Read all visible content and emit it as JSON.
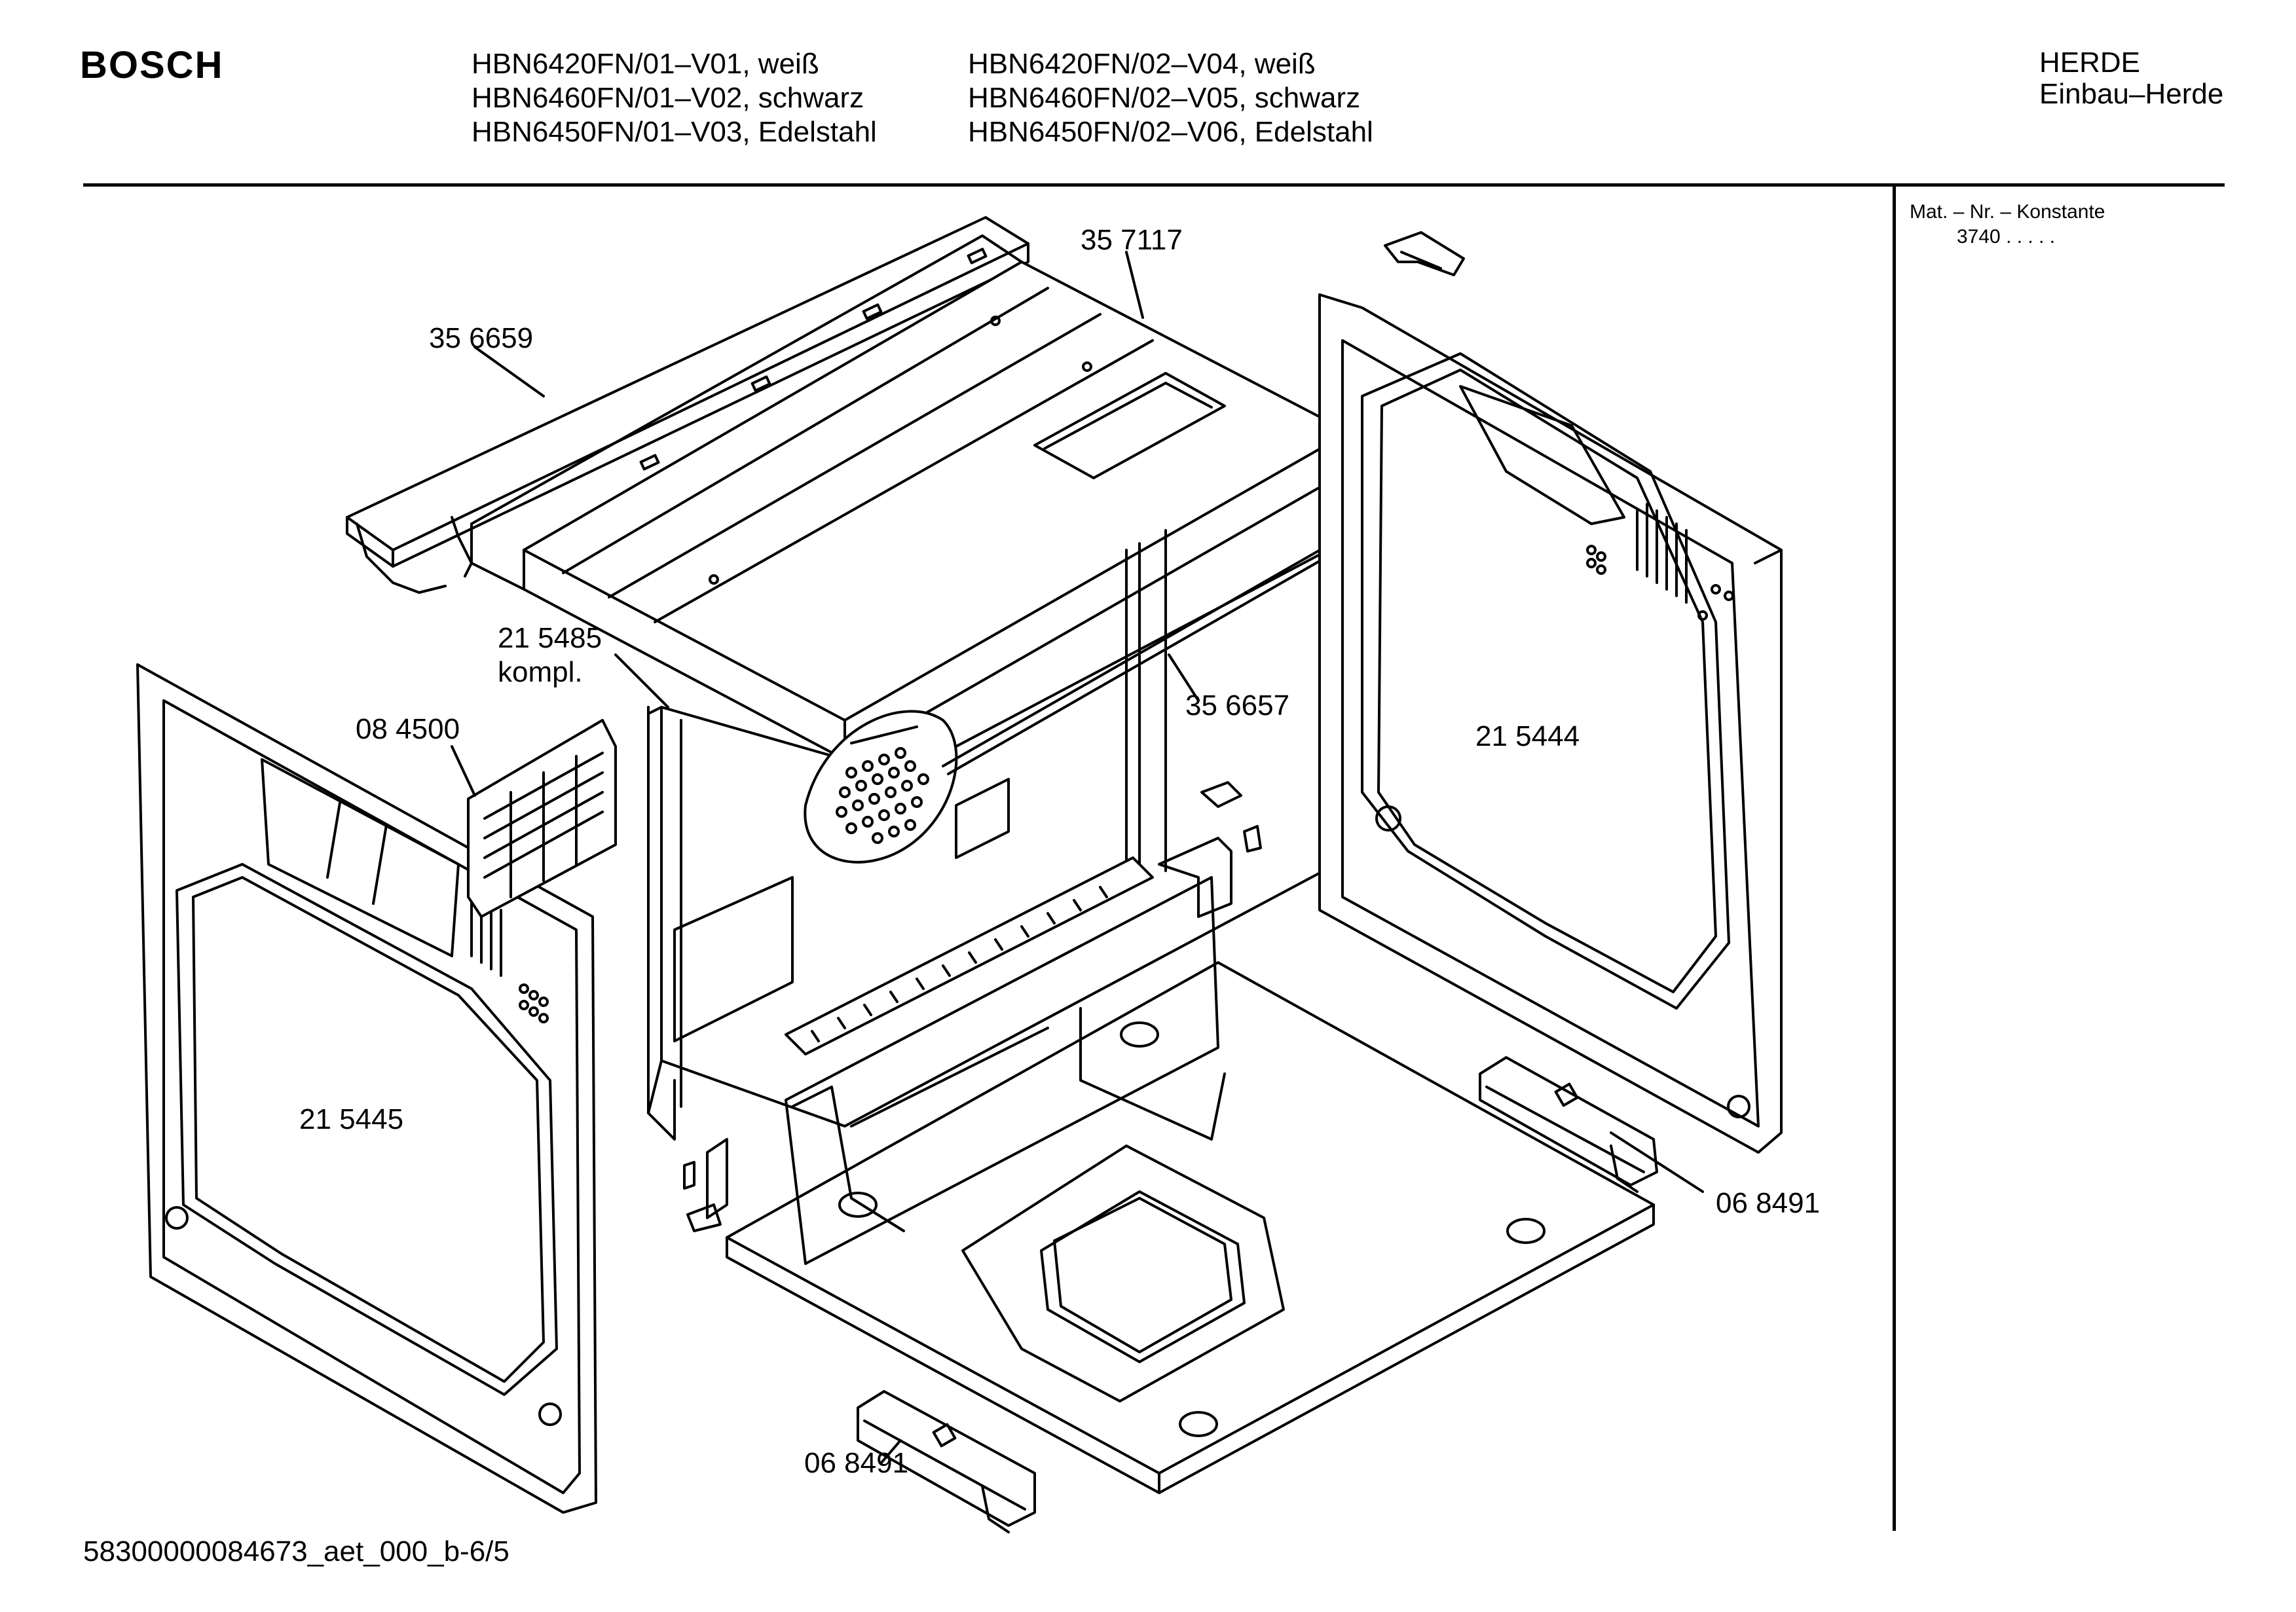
{
  "brand": "BOSCH",
  "models": {
    "column1": [
      "HBN6420FN/01–V01, weiß",
      "HBN6460FN/01–V02, schwarz",
      "HBN6450FN/01–V03, Edelstahl"
    ],
    "column2": [
      "HBN6420FN/02–V04, weiß",
      "HBN6460FN/02–V05, schwarz",
      "HBN6450FN/02–V06, Edelstahl"
    ]
  },
  "category": {
    "line1": "HERDE",
    "line2": "Einbau–Herde"
  },
  "material": {
    "header": "Mat. – Nr. – Konstante",
    "value": "3740 .   .   .   .   ."
  },
  "parts": {
    "p357117": "35  7117",
    "p356659": "35 6659",
    "p215485": "21 5485",
    "p215485_note": "kompl.",
    "p084500": "08 4500",
    "p356657": "35 6657",
    "p215444": "21 5444",
    "p215445": "21 5445",
    "p068491_right": "06 8491",
    "p068491_bottom": "06 8491"
  },
  "footer": "58300000084673_aet_000_b-6/5"
}
